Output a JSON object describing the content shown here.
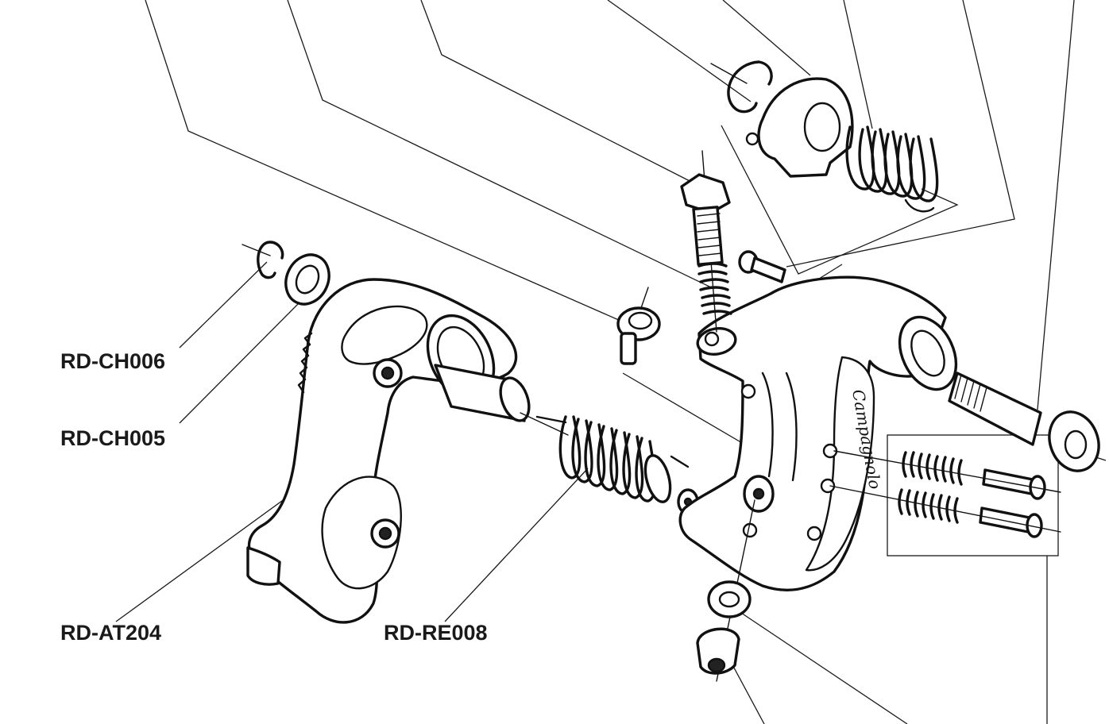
{
  "labels": {
    "ch006": "RD-CH006",
    "ch005": "RD-CH005",
    "at204": "RD-AT204",
    "re008": "RD-RE008"
  },
  "body_logo_text": "Campagnolo",
  "colors": {
    "ink": "#111111",
    "background": "#ffffff"
  }
}
